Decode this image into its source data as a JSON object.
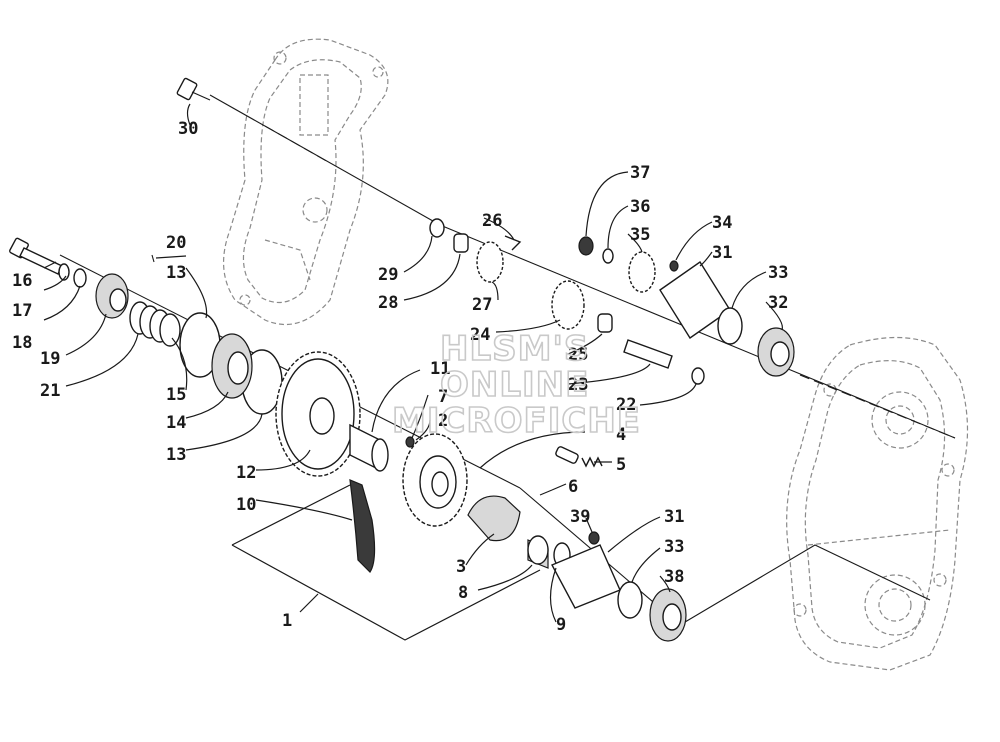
{
  "watermark": [
    "HLSM'S",
    "ONLINE",
    "MICROFICHE"
  ],
  "labels": {
    "p1": "1",
    "p2": "2",
    "p3": "3",
    "p4": "4",
    "p5": "5",
    "p6": "6",
    "p7": "7",
    "p8": "8",
    "p9": "9",
    "p10": "10",
    "p11": "11",
    "p12": "12",
    "p13a": "13",
    "p13b": "13",
    "p14": "14",
    "p15": "15",
    "p16": "16",
    "p17": "17",
    "p18": "18",
    "p19": "19",
    "p20": "20",
    "p21": "21",
    "p22": "22",
    "p23": "23",
    "p24": "24",
    "p25": "25",
    "p26": "26",
    "p27": "27",
    "p28": "28",
    "p29": "29",
    "p30": "30",
    "p31a": "31",
    "p31b": "31",
    "p32": "32",
    "p33a": "33",
    "p33b": "33",
    "p34": "34",
    "p35": "35",
    "p36": "36",
    "p37": "37",
    "p38": "38",
    "p39": "39"
  },
  "colors": {
    "ink": "#1a1a1a",
    "ghost": "#8a8a8a",
    "watermark": "#c9c9c9"
  }
}
